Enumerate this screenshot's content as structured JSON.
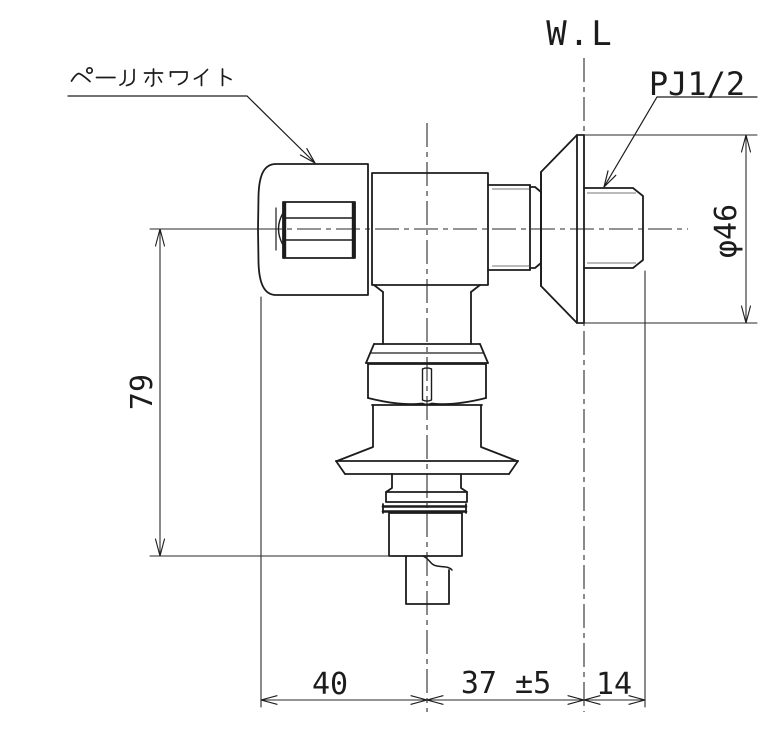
{
  "labels": {
    "color_note": "ペールホワイト",
    "wall_line": "W.L",
    "thread_spec": "PJ1/2"
  },
  "dimensions": {
    "flange_diameter": "φ46",
    "height": "79",
    "width_left": "40",
    "width_center": "37 ±5",
    "width_right": "14"
  },
  "colors": {
    "line": "#1c1c1c",
    "thread_relief": "#909090",
    "background": "#ffffff"
  }
}
